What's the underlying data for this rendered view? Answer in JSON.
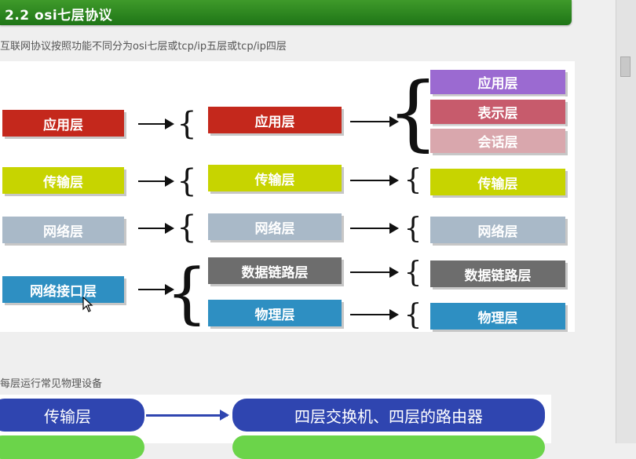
{
  "title": "2.2 osi七层协议",
  "subtitle": "互联网协议按照功能不同分为osi七层或tcp/ip五层或tcp/ip四层",
  "col1": [
    "应用层",
    "传输层",
    "网络层",
    "网络接口层"
  ],
  "col2": [
    "应用层",
    "传输层",
    "网络层",
    "数据链路层",
    "物理层"
  ],
  "col3": [
    "应用层",
    "表示层",
    "会话层",
    "传输层",
    "网络层",
    "数据链路层",
    "物理层"
  ],
  "section2_label": "每层运行常见物理设备",
  "devices": [
    {
      "layer": "传输层",
      "device": "四层交换机、四层的路由器"
    }
  ],
  "colors": {
    "app": "#c4281c",
    "transport": "#c7d400",
    "network": "#a9b9c8",
    "netif": "#2e8fc2",
    "datalink": "#6d6d6d",
    "physical": "#2e8fc2",
    "osi_app": "#9b6ad1",
    "osi_pres": "#c75b6c",
    "osi_sess": "#d9a7ad",
    "title_green": "#2a8a1f",
    "pill_blue": "#2f45b0",
    "pill_green": "#6bd44a"
  }
}
